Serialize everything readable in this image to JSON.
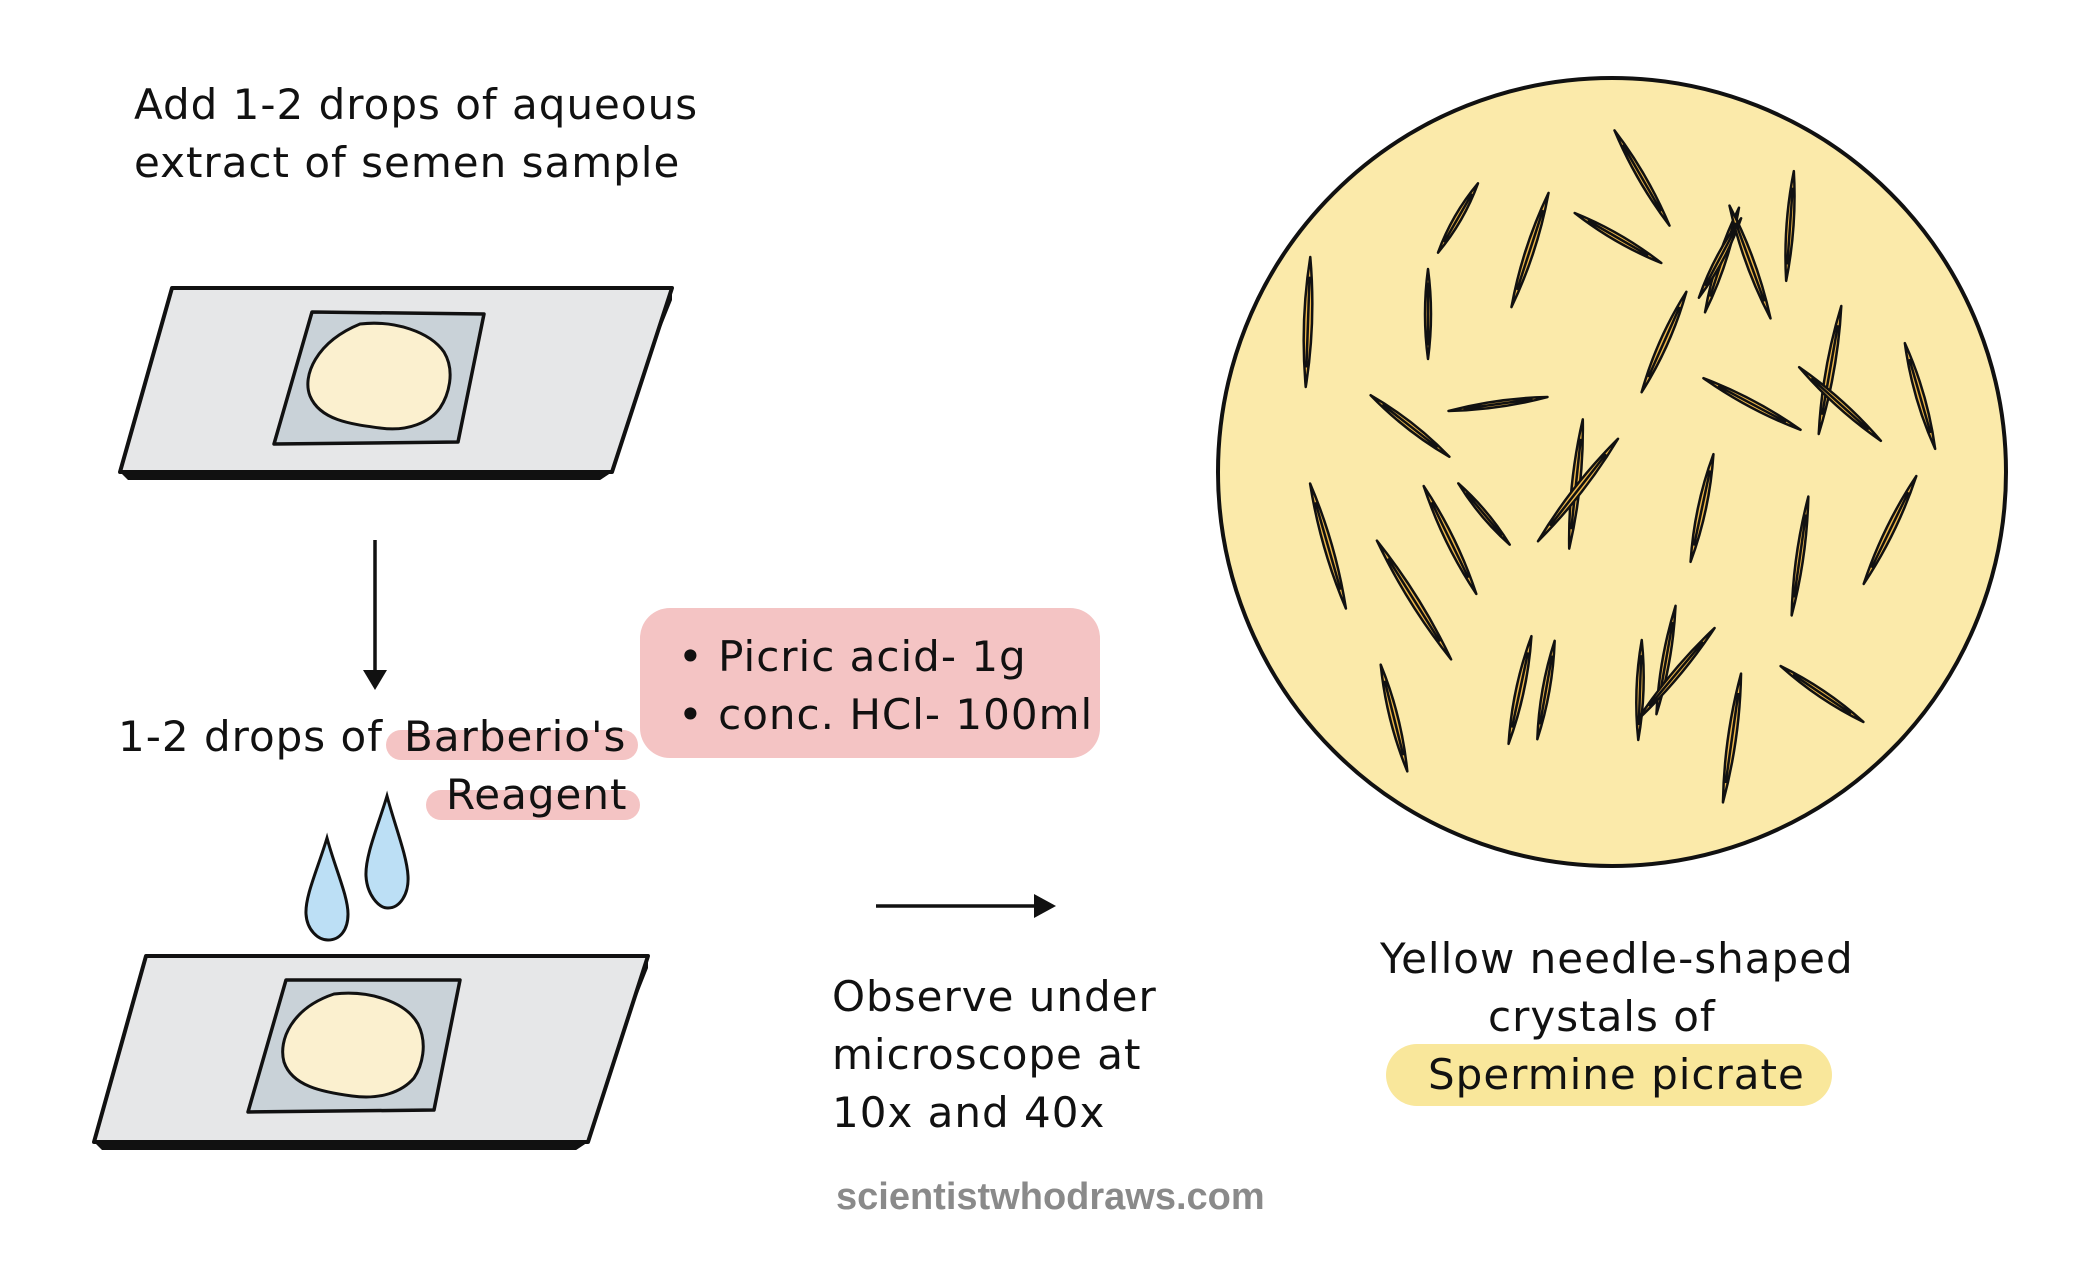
{
  "steps": {
    "step1_line1": "Add 1-2 drops of aqueous",
    "step1_line2": "extract of semen sample",
    "step2_prefix": "1-2 drops of",
    "step2_reagent_a": "Barberio's",
    "step2_reagent_b": "Reagent",
    "reagent_item1": "• Picric acid- 1g",
    "reagent_item2": "• conc. HCl- 100ml",
    "observe_line1": "Observe under",
    "observe_line2": "microscope at",
    "observe_line3": "10x and 40x",
    "result_line1": "Yellow needle-shaped",
    "result_line2": "crystals of",
    "result_highlight": "Spermine picrate"
  },
  "watermark": "scientistwhodraws.com",
  "colors": {
    "ink": "#111111",
    "slide": "#e6e7e8",
    "coverslip": "#c9d2d8",
    "sample": "#fbf0cf",
    "drop": "#bcdff5",
    "reagent_highlight": "#f4c4c4",
    "result_highlight": "#f9e79b",
    "field": "#fbeaaa",
    "crystal": "#efb84a"
  }
}
